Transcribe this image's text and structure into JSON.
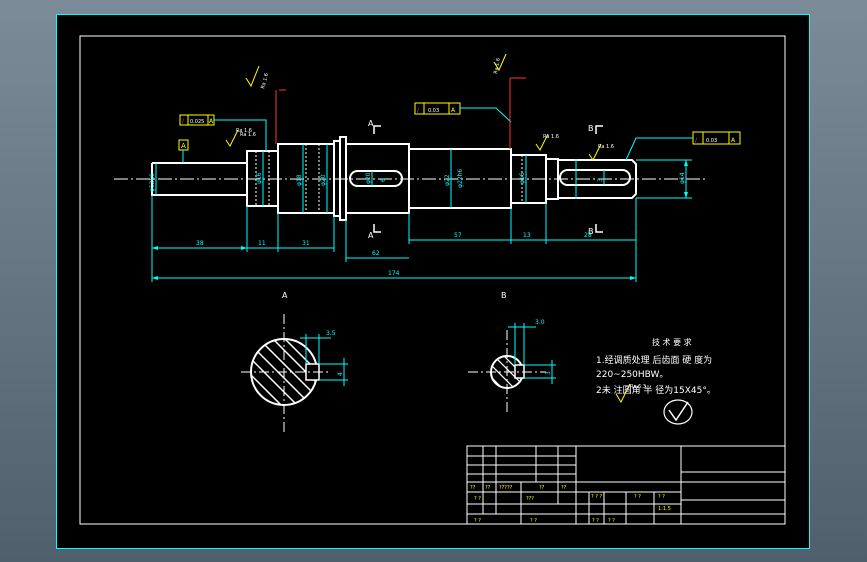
{
  "colors": {
    "background": "#000000",
    "outline": "#ffffff",
    "dimension": "#00ffff",
    "annotation": "#ffff00",
    "roughness": "#ffff00",
    "border": "#00ffff",
    "gdt_symbol": "#ff3333"
  },
  "section_markers": {
    "a_top": "A",
    "a_bottom": "A",
    "b_top": "B",
    "b_bottom": "B"
  },
  "section_titles": {
    "a": "A",
    "b": "B"
  },
  "datum": {
    "label": "A"
  },
  "gdt_frames": [
    {
      "symbol": "/",
      "value": "0.025",
      "datum": "A"
    },
    {
      "symbol": "/",
      "value": "0.03",
      "datum": "A"
    },
    {
      "symbol": "/",
      "value": "0.03",
      "datum": "A"
    }
  ],
  "roughness": {
    "r1": "Ra 1.6",
    "r2": "Ra 1.6",
    "r3": "Ra 1.6",
    "r4": "Ra 1.6",
    "r5": "Ra 1.6",
    "r6": "Ra 1.6",
    "notes": "Ra 6.3"
  },
  "shaft_dims": {
    "left_dia": "φ12k6",
    "left_len": "38",
    "seg2_len": "11",
    "seg3_len": "31",
    "mid_len": "62",
    "seg5_len": "57",
    "seg6_len": "13",
    "right_len": "28",
    "total_len": "174",
    "d1": "φ16",
    "d2": "φ18",
    "d3": "φ20",
    "d4": "φ20",
    "keyway1": "6",
    "d5": "φ22",
    "d6": "φ22h6",
    "d7": "φ16",
    "keyway2": "3",
    "d8": "φ14"
  },
  "section_a": {
    "width": "3.5",
    "depth": "4"
  },
  "section_b": {
    "width": "3.0",
    "depth": "3"
  },
  "technical_requirements": {
    "title": "技 术 要 求",
    "line1": "1.经调质处理 后齿面 硬 度为",
    "line2": "220~250HBW。",
    "line3": "2未 注圆角 半 径为15X45°。"
  },
  "title_block": {
    "r1": "??",
    "r2": "??",
    "r3": "?????",
    "r4": "??",
    "r5": "??",
    "r6": "? ?",
    "r7": "???",
    "r8": "? ? ?",
    "r9": "? ?",
    "r10": "? ?",
    "r11": "? ?",
    "r12": "? ?",
    "r13": "1:1.5",
    "r14": "? ?",
    "r15": "? ?"
  }
}
